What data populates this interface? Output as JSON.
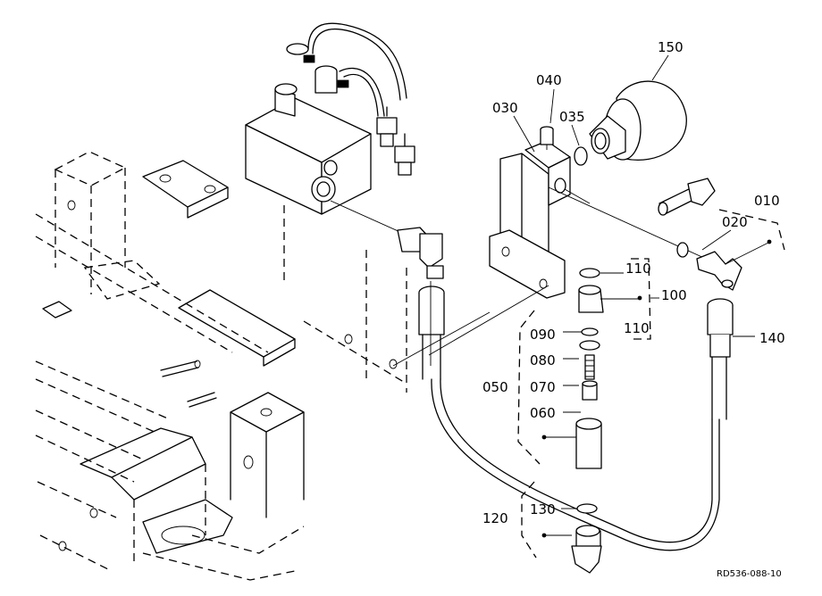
{
  "labels": {
    "p010": "010",
    "p020": "020",
    "p030": "030",
    "p035": "035",
    "p040": "040",
    "p050": "050",
    "p060": "060",
    "p070": "070",
    "p080": "080",
    "p090": "090",
    "p100": "100",
    "p110a": "110",
    "p110b": "110",
    "p120": "120",
    "p130": "130",
    "p140": "140",
    "p150": "150"
  },
  "figure_ref": "RD536-088-10"
}
